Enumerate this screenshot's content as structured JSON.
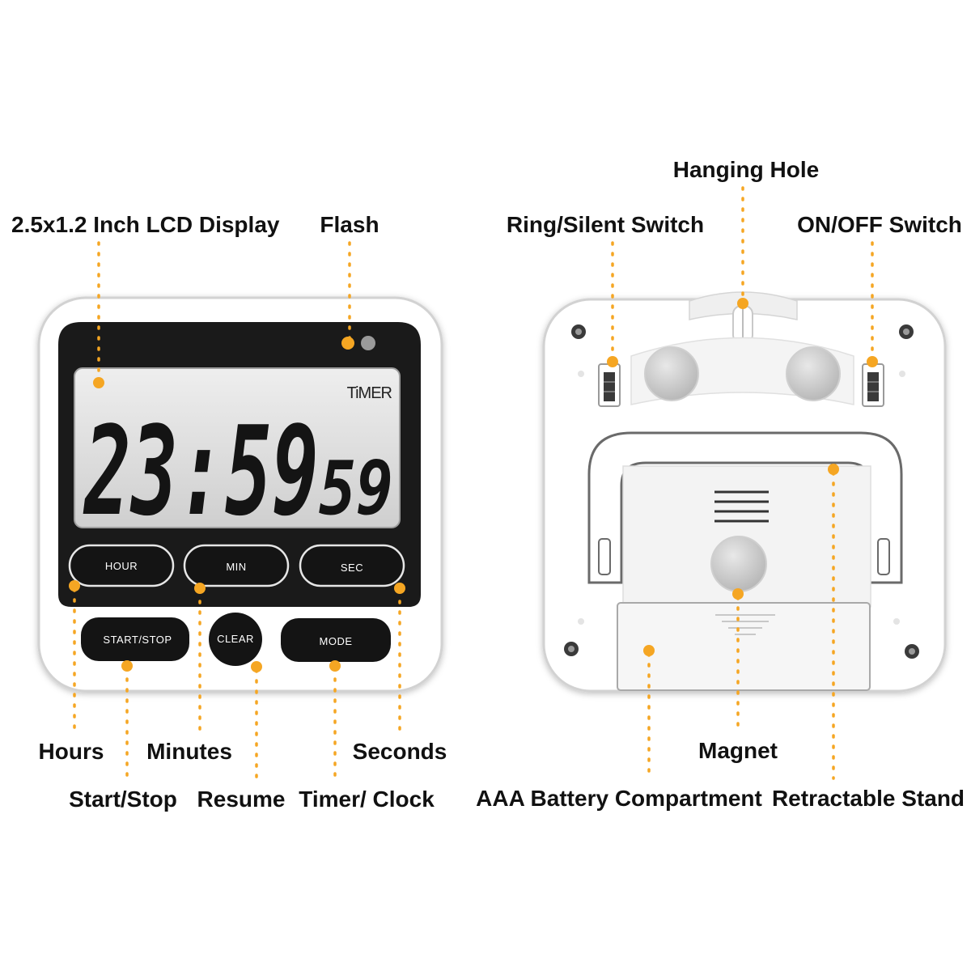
{
  "colors": {
    "callout": "#f5a623",
    "body": "#ffffff",
    "face": "#1a1a1a",
    "lcd": "#d9d9d9",
    "button": "#141414"
  },
  "front": {
    "display": {
      "mode_label": "TiMER",
      "main_time": "23:59",
      "seconds": "59"
    },
    "buttons": {
      "hour": "HOUR",
      "min": "MIN",
      "sec": "SEC",
      "start_stop": "START/STOP",
      "clear": "CLEAR",
      "mode": "MODE"
    },
    "callouts": {
      "lcd": "2.5x1.2 Inch LCD Display",
      "flash": "Flash",
      "hours": "Hours",
      "minutes": "Minutes",
      "seconds": "Seconds",
      "start_stop": "Start/Stop",
      "resume": "Resume",
      "timer_clock": "Timer/ Clock"
    }
  },
  "back": {
    "callouts": {
      "hanging_hole": "Hanging Hole",
      "ring_silent": "Ring/Silent Switch",
      "on_off": "ON/OFF Switch",
      "magnet": "Magnet",
      "battery": "AAA Battery Compartment",
      "stand": "Retractable Stand"
    }
  }
}
